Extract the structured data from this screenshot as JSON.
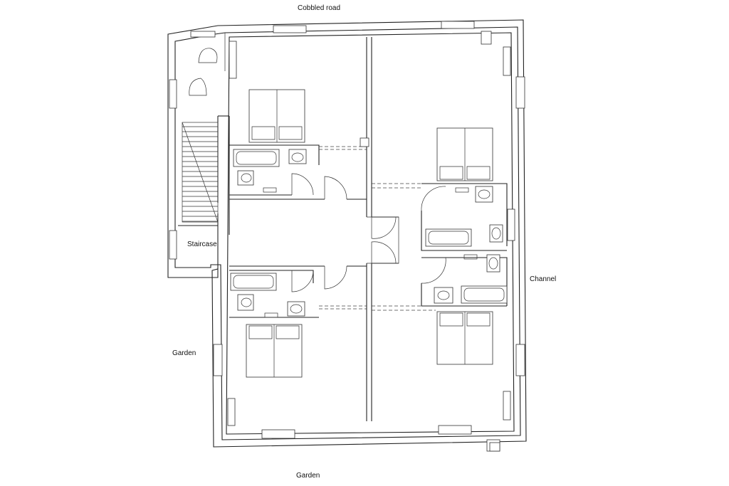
{
  "labels": {
    "top": "Cobbled road",
    "staircase": "Staircase",
    "channel": "Channel",
    "garden_left": "Garden",
    "garden_bottom": "Garden"
  },
  "rooms": [
    {
      "name": "bedroom-top-left",
      "bed": "double"
    },
    {
      "name": "bedroom-top-right",
      "bed": "double"
    },
    {
      "name": "bedroom-bottom-left",
      "bed": "double"
    },
    {
      "name": "bedroom-bottom-right",
      "bed": "double"
    }
  ],
  "bathrooms": 4,
  "icons": [
    "bed-icon",
    "bathtub-icon",
    "toilet-icon",
    "washbasin-icon",
    "door-swing-icon",
    "window-icon",
    "staircase-icon"
  ]
}
